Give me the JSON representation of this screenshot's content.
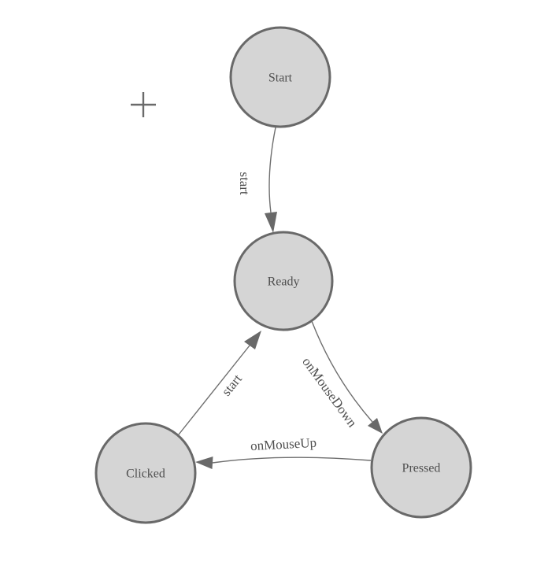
{
  "canvas": {
    "background_color": "#ffffff",
    "node_fill_color": "#d5d5d5",
    "node_stroke_color": "#696969",
    "edge_color": "#6e6e6e",
    "arrow_color": "#696969",
    "text_color": "#4f4f4f"
  },
  "nodes": [
    {
      "id": "start",
      "label": "Start"
    },
    {
      "id": "ready",
      "label": "Ready"
    },
    {
      "id": "clicked",
      "label": "Clicked"
    },
    {
      "id": "pressed",
      "label": "Pressed"
    }
  ],
  "edges": [
    {
      "from": "Start",
      "to": "Ready",
      "label": "start"
    },
    {
      "from": "Ready",
      "to": "Pressed",
      "label": "onMouseDown"
    },
    {
      "from": "Pressed",
      "to": "Clicked",
      "label": "onMouseUp"
    },
    {
      "from": "Clicked",
      "to": "Ready",
      "label": "start"
    }
  ],
  "tools": {
    "crosshair_icon": "plus-crosshair"
  }
}
